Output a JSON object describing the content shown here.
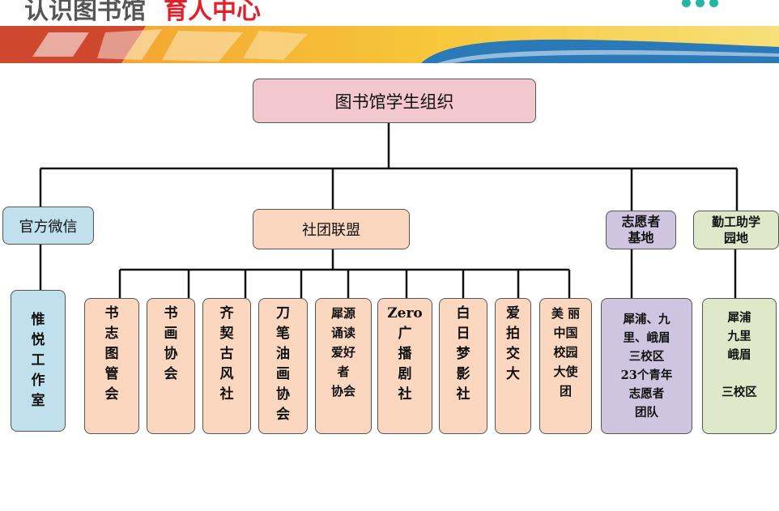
{
  "header": {
    "title_main": "认识图书馆",
    "title_accent": "育人中心",
    "banner_colors": {
      "orange": "#f29a2e",
      "yellow": "#f7d23a",
      "blue": "#2a79b8",
      "red": "#c8382e"
    }
  },
  "org": {
    "root": "图书馆学生组织",
    "branches": {
      "wechat": "官方微信",
      "clubs": "社团联盟",
      "volunteer": "志愿者\n基地",
      "workstudy": "勤工助学\n园地"
    },
    "wechat_child": "惟\n悦\n工\n作\n室",
    "clubs_children": [
      "书\n志\n图\n管\n会",
      "书\n画\n协\n会",
      "齐\n契\n古\n风\n社",
      "刀\n笔\n油\n画\n协\n会",
      "犀源\n诵读\n爱好\n者\n协会",
      "Zero\n广\n播\n剧\n社",
      "白\n日\n梦\n影\n社",
      "爱\n拍\n交\n大",
      "美 丽\n中国\n校园\n大使\n团"
    ],
    "volunteer_child": "犀浦、九\n里、峨眉\n三校区\n23个青年\n志愿者\n团队",
    "workstudy_child": "犀浦\n九里\n峨眉\n\n三校区"
  }
}
